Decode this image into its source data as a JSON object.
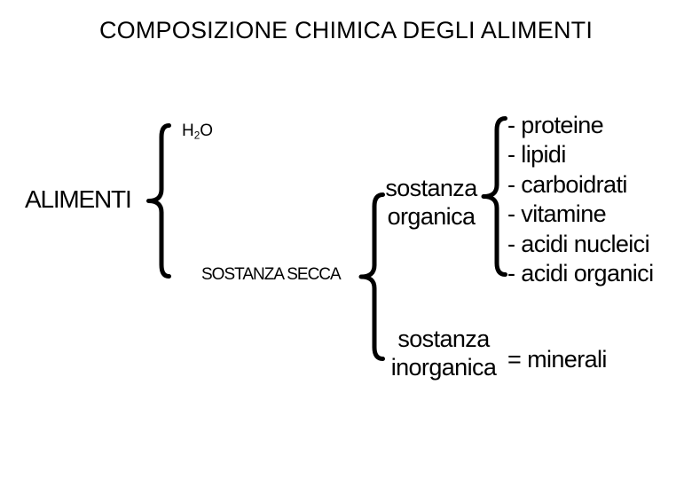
{
  "title": "COMPOSIZIONE CHIMICA DEGLI ALIMENTI",
  "colors": {
    "ink": "#000000",
    "background": "#ffffff"
  },
  "glyphs": {
    "brace": "{"
  },
  "diagram": {
    "root": {
      "label": "ALIMENTI"
    },
    "water": {
      "h": "H",
      "sub": "2",
      "o": "O"
    },
    "dry_matter": {
      "label": "SOSTANZA SECCA"
    },
    "organic": {
      "line1": "sostanza",
      "line2": "organica"
    },
    "organic_components": [
      "- proteine",
      "- lipidi",
      "- carboidrati",
      "- vitamine",
      "- acidi nucleici",
      "- acidi organici"
    ],
    "inorganic": {
      "line1": "sostanza",
      "line2": "inorganica",
      "equals": "= minerali"
    }
  }
}
